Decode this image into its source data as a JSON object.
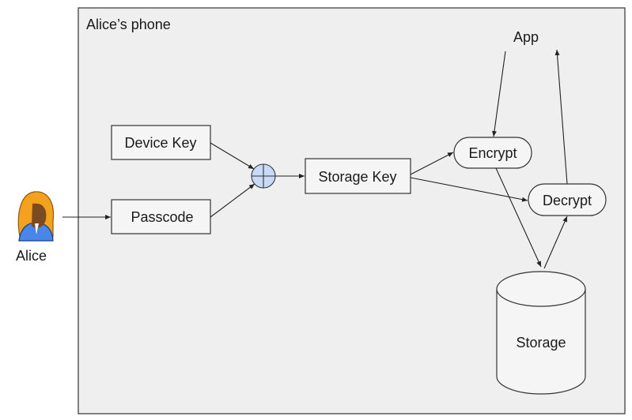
{
  "container": {
    "title": "Alice’s phone"
  },
  "actor": {
    "name": "Alice",
    "icon": "person-avatar-icon"
  },
  "nodes": {
    "device_key": "Device Key",
    "passcode": "Passcode",
    "storage_key": "Storage Key",
    "encrypt": "Encrypt",
    "decrypt": "Decrypt",
    "storage": "Storage",
    "app": "App"
  },
  "colors": {
    "container_fill": "#efefef",
    "xor_fill": "#c9daf8",
    "hair": "#f4a11d",
    "shirt": "#4a86e8"
  }
}
